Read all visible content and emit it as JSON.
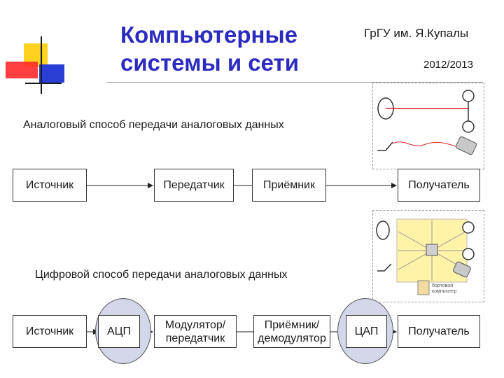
{
  "header": {
    "title_line1": "Компьютерные",
    "title_line2": "системы и сети",
    "organization": "ГрГУ им. Я.Купалы",
    "year": "2012/2013"
  },
  "analog_section": {
    "caption": "Аналоговый способ передачи аналоговых данных",
    "nodes": [
      "Источник",
      "Передатчик",
      "Приёмник",
      "Получатель"
    ]
  },
  "digital_section": {
    "caption": "Цифровой способ передачи аналоговых данных",
    "nodes": [
      "Источник",
      "АЦП",
      "Модулятор/ передатчик",
      "Приёмник/ демодулятор",
      "ЦАП",
      "Получатель"
    ],
    "illustration_label": "бортовой компьютер"
  },
  "colors": {
    "title": "#2b2bbf",
    "circle_fill": "#d4d7ea",
    "signal_line": "#e02020",
    "hub_fill": "#fff3a8"
  }
}
